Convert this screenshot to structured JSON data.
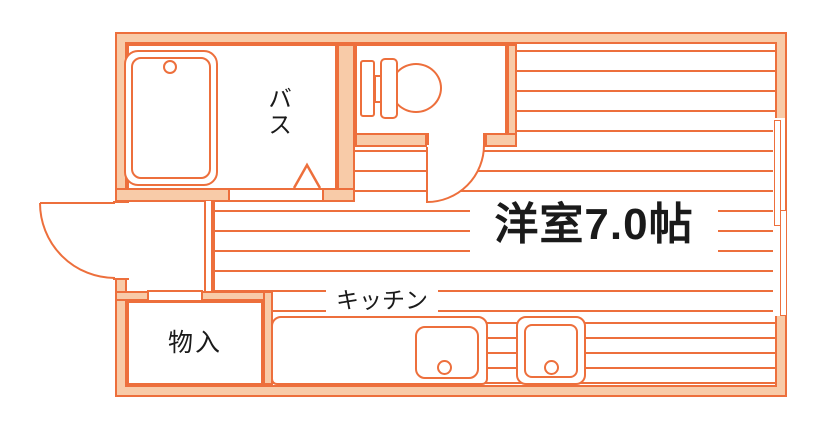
{
  "labels": {
    "main_room": "洋室7.0帖",
    "bath": "バス",
    "kitchen": "キッチン",
    "storage": "物入"
  },
  "colors": {
    "line": "#ed6f3c",
    "wall_fill": "#f8cba8",
    "text": "#1a1a1a",
    "background": "#ffffff"
  }
}
